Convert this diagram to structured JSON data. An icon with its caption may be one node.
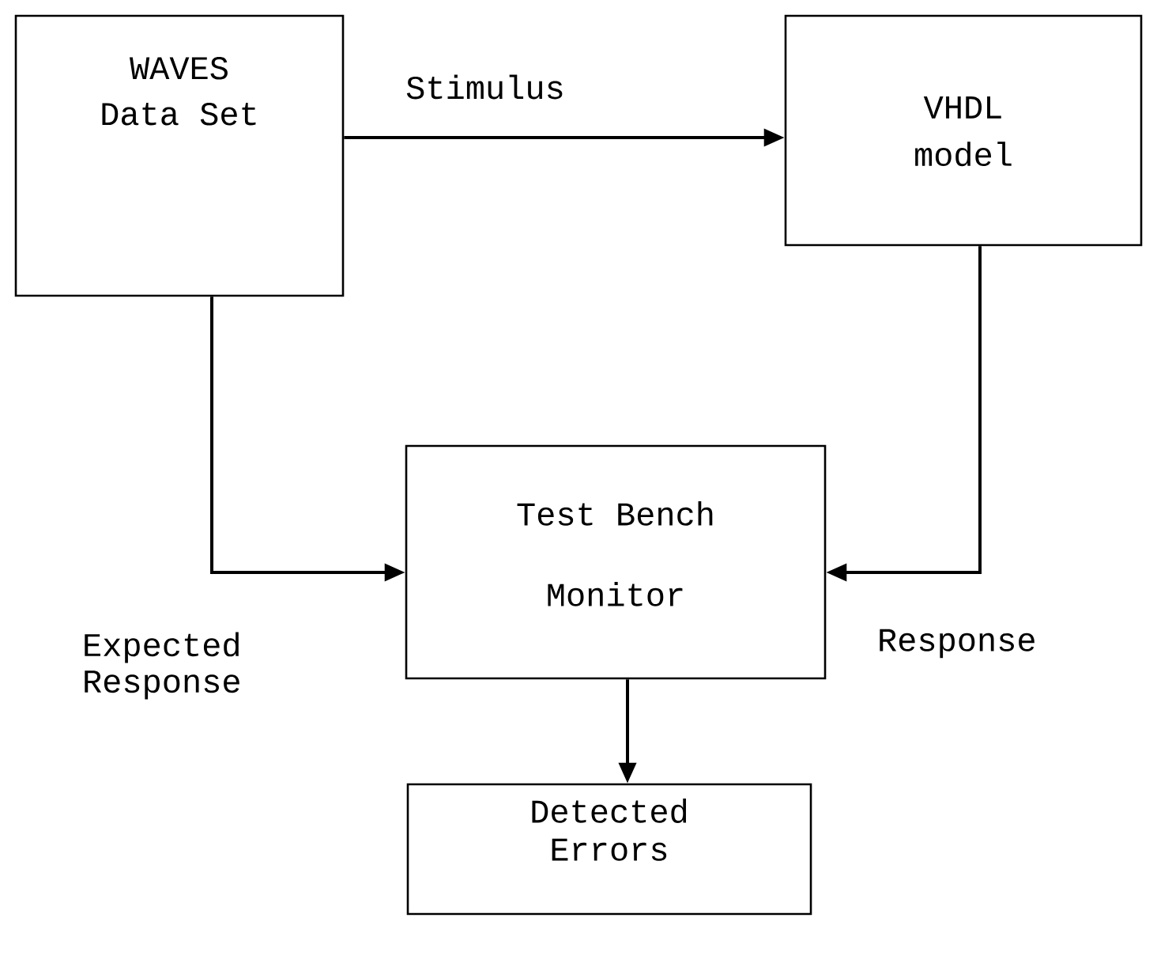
{
  "diagram": {
    "nodes": [
      {
        "text": [
          "WAVES Data Set"
        ]
      },
      {
        "text": [
          "VHDL model"
        ]
      },
      {
        "text": [
          "Test Bench Monitor"
        ]
      },
      {
        "text": [
          "Detected Errors"
        ]
      }
    ],
    "edges": [
      {
        "from": 0,
        "to": 1,
        "arrow": "to",
        "label": "Stimulus"
      },
      {
        "from": 0,
        "to": 2,
        "arrow": "to",
        "label": "Expected Response"
      },
      {
        "from": 1,
        "to": 2,
        "arrow": "to",
        "label": "Response"
      },
      {
        "from": 2,
        "to": 3,
        "arrow": "to"
      }
    ]
  }
}
